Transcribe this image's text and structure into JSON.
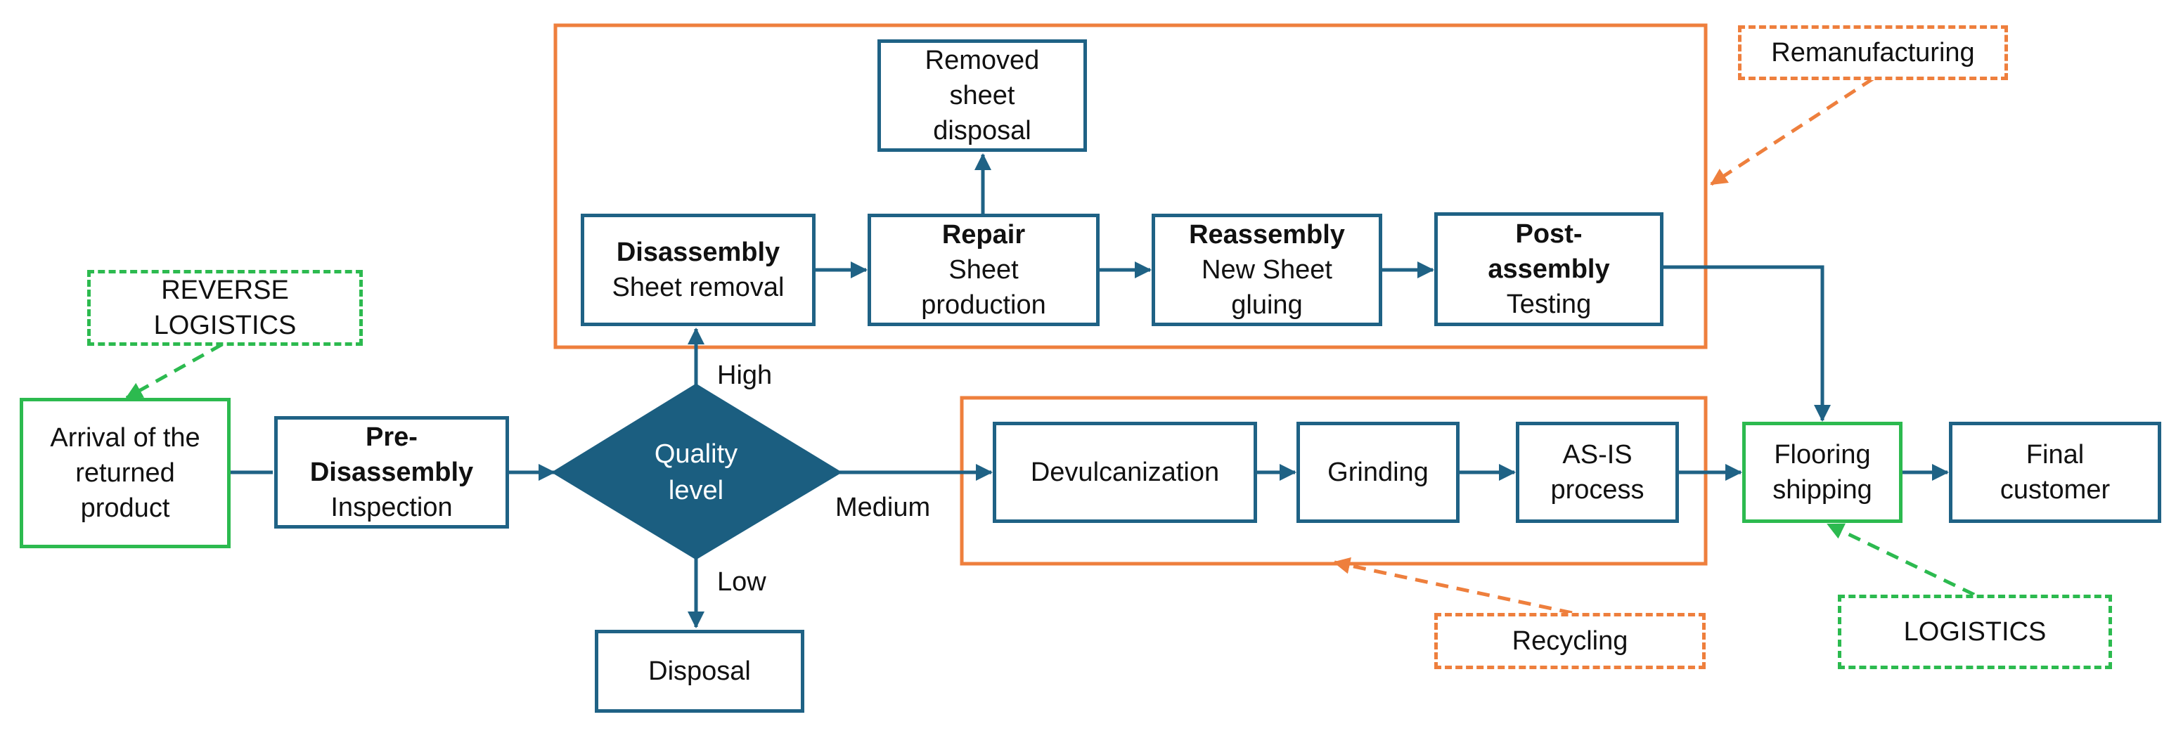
{
  "regions": {
    "remanufacturing": "Remanufacturing",
    "recycling": "Recycling",
    "reverse_logistics": [
      "REVERSE",
      "LOGISTICS"
    ],
    "logistics": "LOGISTICS"
  },
  "nodes": {
    "arrival": [
      "Arrival of the",
      "returned",
      "product"
    ],
    "pre_disassembly": {
      "bold": [
        "Pre-",
        "Disassembly"
      ],
      "text": "Inspection"
    },
    "quality": [
      "Quality",
      "level"
    ],
    "disposal": "Disposal",
    "disassembly": {
      "bold": "Disassembly",
      "text": "Sheet removal"
    },
    "repair": {
      "bold": "Repair",
      "text": [
        "Sheet",
        "production"
      ]
    },
    "removed_sheet": [
      "Removed",
      "sheet",
      "disposal"
    ],
    "reassembly": {
      "bold": "Reassembly",
      "text": [
        "New Sheet",
        "gluing"
      ]
    },
    "post_assembly": {
      "bold": [
        "Post-",
        "assembly"
      ],
      "text": "Testing"
    },
    "devulcanization": "Devulcanization",
    "grinding": "Grinding",
    "as_is": [
      "AS-IS",
      "process"
    ],
    "flooring": [
      "Flooring",
      "shipping"
    ],
    "final": [
      "Final",
      "customer"
    ]
  },
  "branches": {
    "high": "High",
    "medium": "Medium",
    "low": "Low"
  },
  "colors": {
    "flow": "#1f6285",
    "diamond": "#1b5e80",
    "orange": "#ee7f3d",
    "green": "#2cba4f"
  }
}
